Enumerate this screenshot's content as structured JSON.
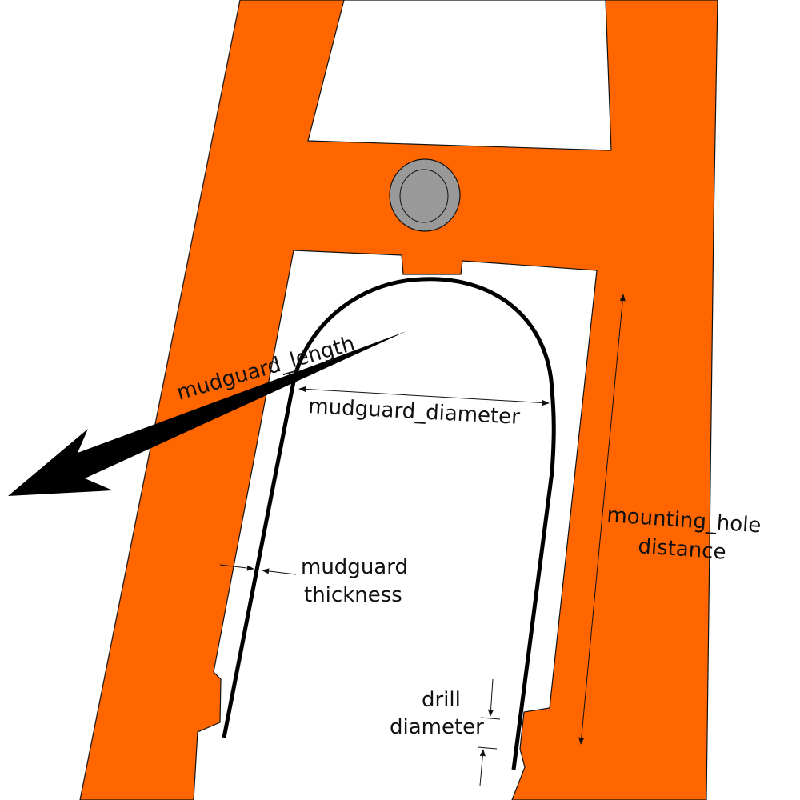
{
  "diagram": {
    "labels": {
      "mudguard_length": "mudguard_length",
      "mudguard_diameter": "mudguard_diameter",
      "mounting_hole_line1": "mounting_hole",
      "mounting_hole_line2": "distance",
      "thickness_line1": "mudguard",
      "thickness_line2": "thickness",
      "drill_line1": "drill",
      "drill_line2": "diameter"
    },
    "colors": {
      "frame": "#ff6600",
      "outline": "#111111",
      "pivot_outer": "#999999",
      "pivot_inner": "#999999",
      "mudguard": "#000000",
      "background": "#ffffff"
    },
    "icons": {
      "pivot": "pivot-bolt-icon",
      "length_arrow": "large-arrow-icon"
    }
  }
}
